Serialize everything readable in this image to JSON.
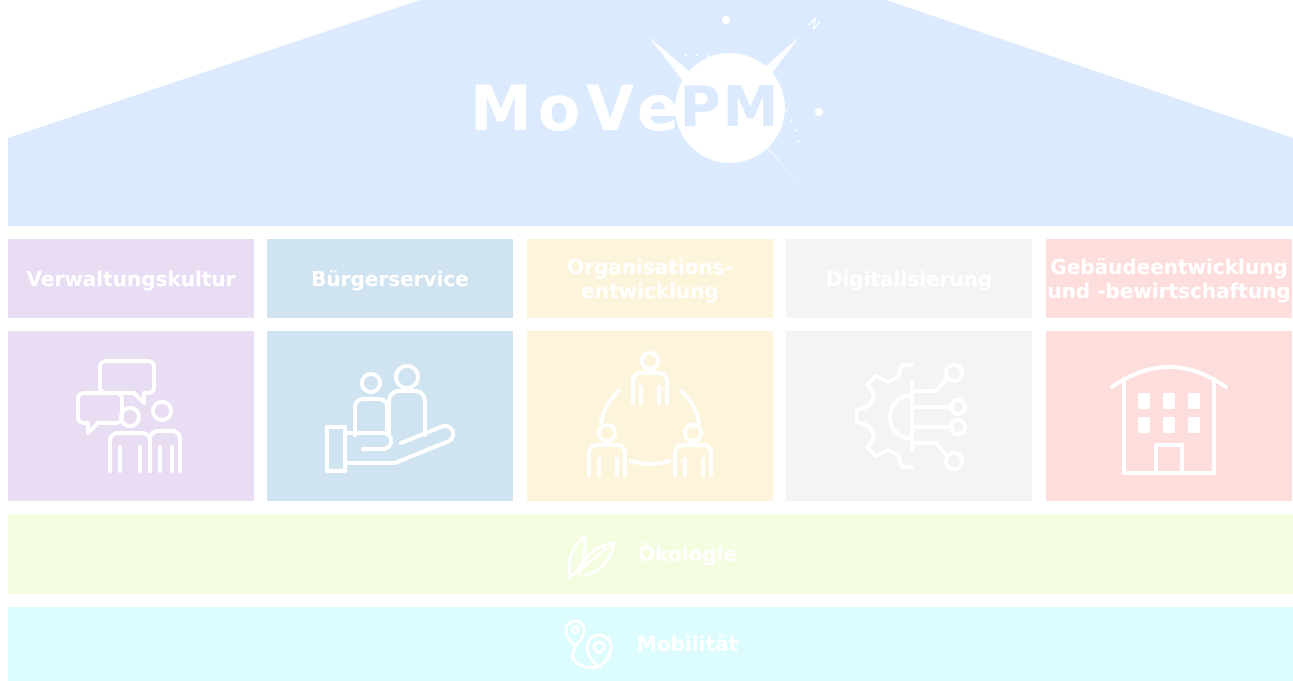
{
  "logo": {
    "left_text": "MoVe",
    "circle_text": "PM",
    "compass_letter": "N"
  },
  "colors": {
    "roof": "#dbeafc",
    "verwaltung": "#e9ddf3",
    "buerger": "#cfe4f0",
    "organisation": "#fdf4dc",
    "digital": "#f4f4f4",
    "gebaeude": "#fddedd",
    "oekologie": "#f4fde0",
    "mobilitaet": "#ddfcfd"
  },
  "columns": [
    {
      "line1": "Verwaltungskultur",
      "line2": "",
      "icon": "chat-people-icon"
    },
    {
      "line1": "Bürgerservice",
      "line2": "",
      "icon": "hand-people-icon"
    },
    {
      "line1": "Organisations-",
      "line2": "entwicklung",
      "icon": "team-circle-icon"
    },
    {
      "line1": "Digitalisierung",
      "line2": "",
      "icon": "gear-network-icon"
    },
    {
      "line1": "Gebäudeentwicklung",
      "line2": "und -bewirtschaftung",
      "icon": "building-icon"
    }
  ],
  "bands": {
    "oekologie": {
      "label": "Ökologie",
      "icon": "leaf-icon"
    },
    "mobilitaet": {
      "label": "Mobilität",
      "icon": "map-pin-route-icon"
    }
  }
}
